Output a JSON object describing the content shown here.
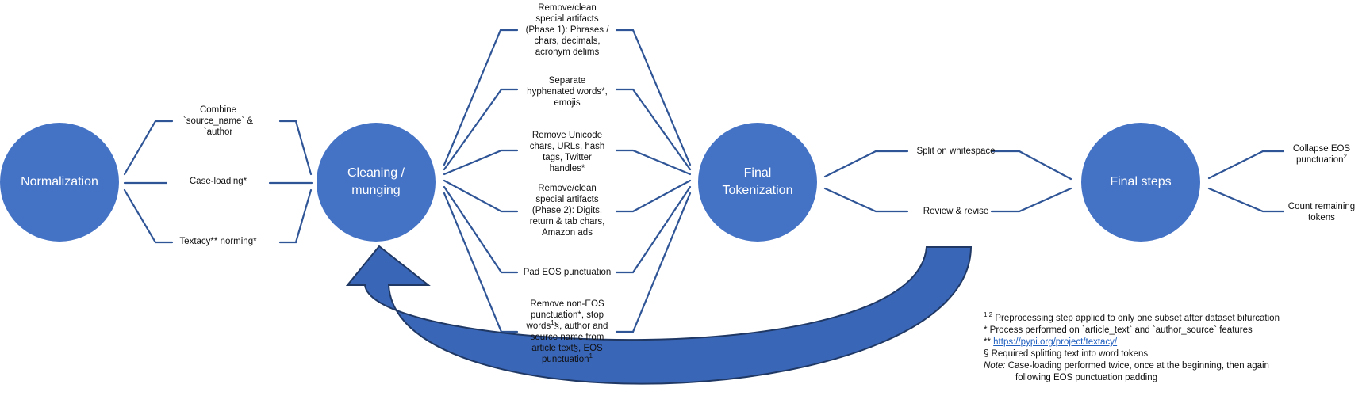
{
  "colors": {
    "node": "#4472c4",
    "connector": "#2f5597",
    "arrow_fill": "#3a66b8",
    "arrow_stroke": "#1f3864"
  },
  "nodes": {
    "normalization": "Normalization",
    "cleaning": "Cleaning /\nmunging",
    "tokenization": "Final\nTokenization",
    "final": "Final steps"
  },
  "normalization_steps": {
    "combine": "Combine\n`source_name` &\n`author",
    "case": "Case-loading*",
    "textacy": "Textacy** norming*"
  },
  "cleaning_steps": {
    "s1": "Remove/clean\nspecial artifacts\n(Phase 1): Phrases /\nchars, decimals,\nacronym delims",
    "s2": "Separate\nhyphenated words*,\nemojis",
    "s3": "Remove Unicode\nchars, URLs, hash\ntags, Twitter\nhandles*",
    "s4": "Remove/clean\nspecial artifacts\n(Phase 2): Digits,\nreturn & tab chars,\nAmazon ads",
    "s5": "Pad EOS punctuation",
    "s6_text": "Remove non-EOS\npunctuation*, stop\nwords",
    "s6_sup": "1",
    "s6_text2": "§, author and\nsource name from\narticle text§, EOS\npunctuation",
    "s6_sup2": "1"
  },
  "tokenization_steps": {
    "split": "Split on whitespace",
    "review": "Review & revise"
  },
  "final_steps": {
    "collapse": "Collapse EOS\npunctuation",
    "collapse_sup": "2",
    "count": "Count remaining\ntokens"
  },
  "notes": {
    "n1_sup": "1,2",
    "n1": " Preprocessing step applied to only one subset after dataset bifurcation",
    "n2": "* Process performed on `article_text` and `author_source` features",
    "n3_prefix": "** ",
    "n3_link": "https://pypi.org/project/textacy/",
    "n4": "§ Required splitting text into word tokens",
    "n5_label": "Note:",
    "n5": " Case-loading performed twice, once at the beginning, then again",
    "n5b": "following EOS punctuation padding"
  }
}
